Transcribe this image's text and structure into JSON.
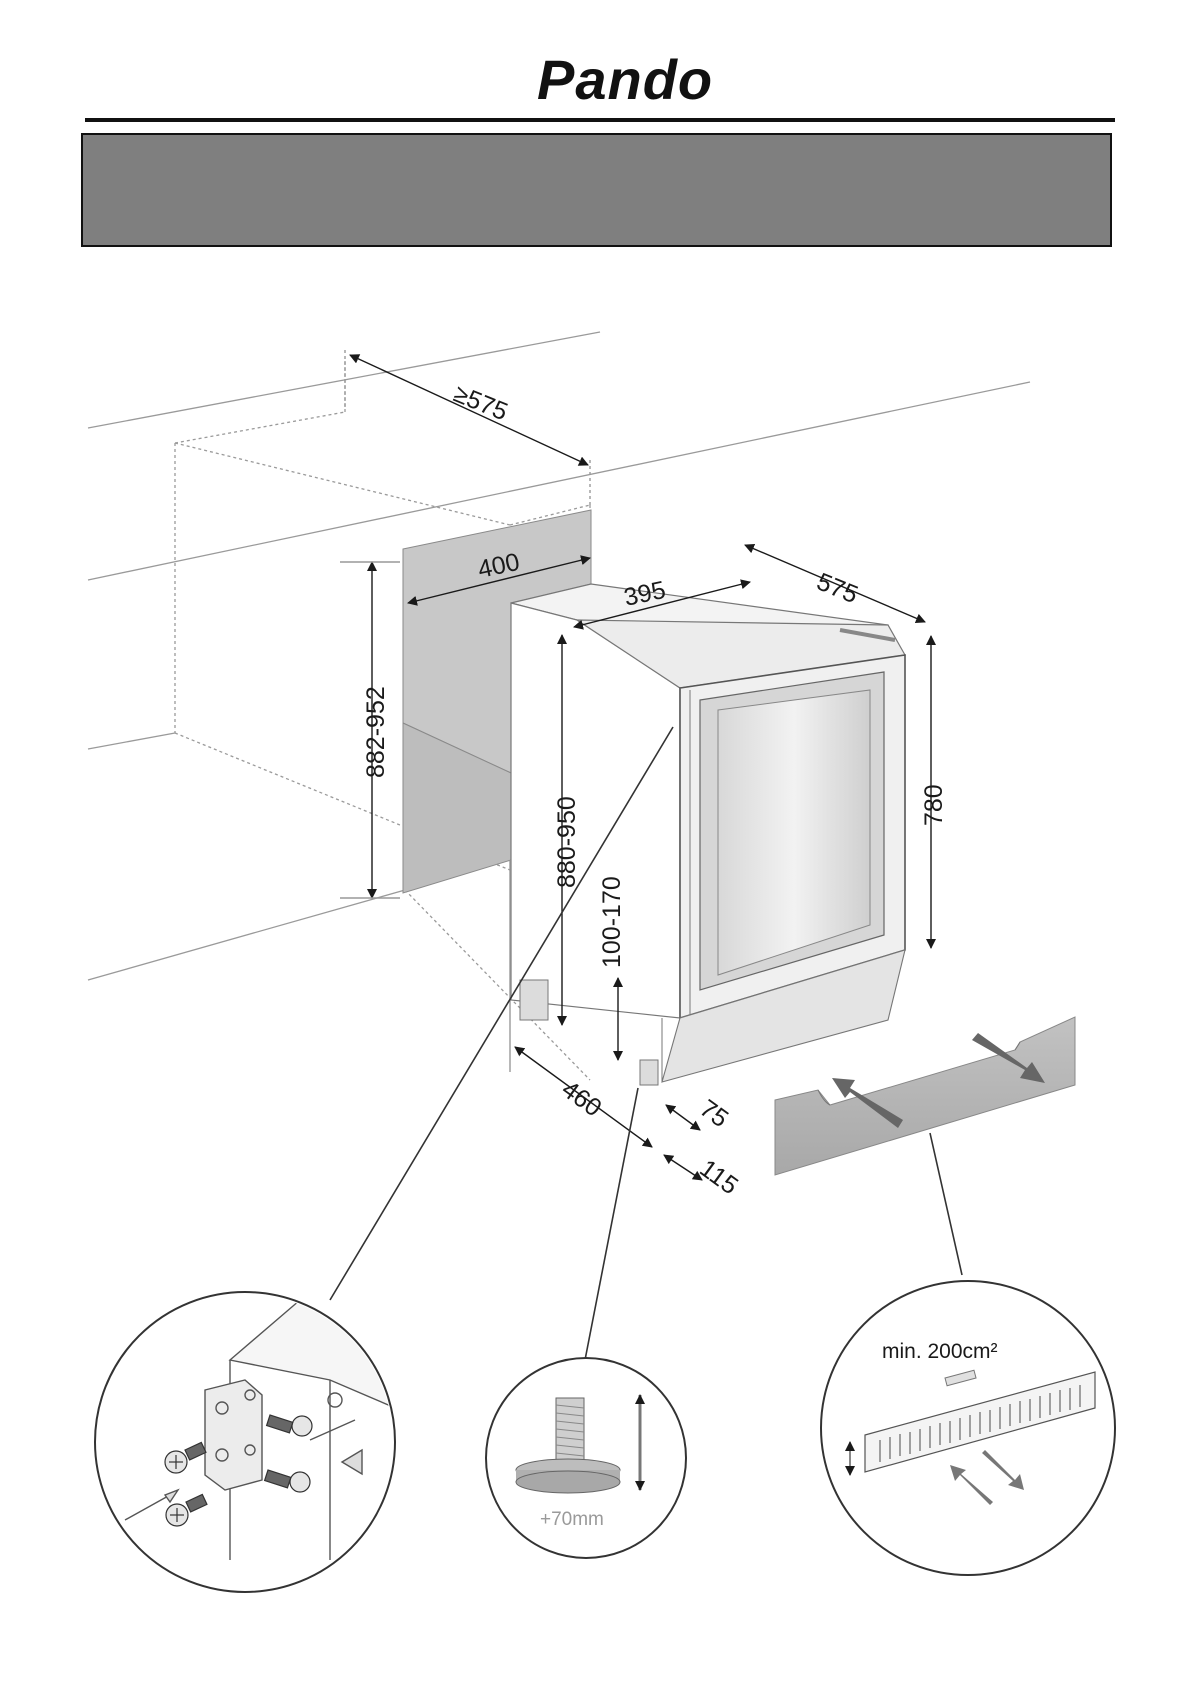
{
  "header": {
    "brand": "Pando"
  },
  "dimensions": {
    "cabinet_depth": "≥575",
    "niche_width": "400",
    "unit_width": "395",
    "unit_depth": "575",
    "niche_height": "882-952",
    "unit_height_total": "880-950",
    "door_height": "780",
    "plinth_height": "100-170",
    "plinth_depth": "460",
    "plinth_offset_a": "75",
    "plinth_offset_b": "115"
  },
  "details": {
    "foot_adjust": "+70mm",
    "ventilation": "min. 200cm²"
  },
  "colors": {
    "panel_gray": "#7f7f7f",
    "niche_gray": "#c8c8c8",
    "line": "#333333"
  },
  "icons": [
    "screw-mounting-detail",
    "adjustable-foot",
    "ventilation-grille"
  ]
}
